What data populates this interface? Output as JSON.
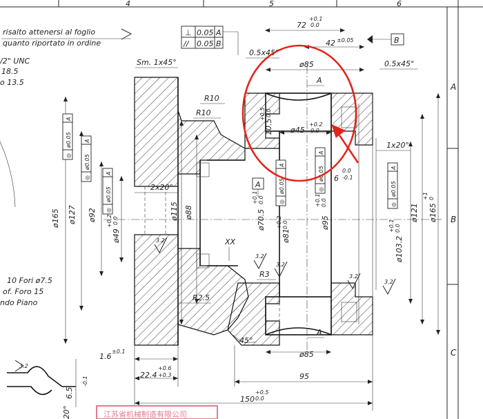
{
  "grid": {
    "columns": [
      "4",
      "5",
      "6"
    ],
    "rows": [
      "A",
      "B",
      "C"
    ]
  },
  "notes": {
    "line1": "risalto attenersi al foglio",
    "line2": "quanto riportato in ordine",
    "thread": "/2\" UNC",
    "val1": "18.5",
    "val2": "o 13.5",
    "holes1": "10 Fori ø7.5",
    "holes2": "of. Foro 15",
    "holes3": "ndo Piano"
  },
  "tolerance_frames": {
    "perp": {
      "symbol": "⊥",
      "value": "0.05",
      "datum": "A"
    },
    "parallel": {
      "symbol": "//",
      "value": "0.05",
      "datum": "B"
    },
    "conc": {
      "symbol": "◎",
      "value": "ø0.05",
      "datum": "A"
    }
  },
  "datums": {
    "a": "A",
    "b": "B"
  },
  "dimensions": {
    "d72": "72",
    "d72_tol_up": "+0.1",
    "d72_tol_lo": "0.0",
    "d42": "42",
    "d42_tol": "±0.05",
    "chamfer_left": "0.5x45°",
    "chamfer_right": "0.5x45°",
    "sm": "Sm. 1x45°",
    "d85_top": "ø85",
    "d85_bot": "ø85",
    "r10a": "R10",
    "r10b": "R10",
    "d10_5": "10.5",
    "d10_5_tol_up": "+0.5",
    "d10_5_tol_lo": "0.0",
    "d45": "ø45",
    "d45_tol_up": "+0.2",
    "d45_tol_lo": "0.0",
    "chamfer_1x20": "1x20°",
    "d6": "6",
    "d6_tol_up": "0.0",
    "d6_tol_lo": "-0.1",
    "x2x20": "2x20°",
    "d165": "ø165",
    "d127": "ø127",
    "d92": "ø92",
    "d49": "ø49",
    "d49_tol_up": "+0.2",
    "d49_tol_lo": "0.0",
    "d115": "ø115",
    "d88": "ø88",
    "d70_5": "ø70.5",
    "d70_5_tol_up": "+0.1",
    "d70_5_tol_lo": "0.0",
    "d81": "ø81",
    "d81_tol_up": "+0.2",
    "d81_tol_lo": "0.0",
    "d95": "ø95",
    "d95_tol_up": "+0.1",
    "d95_tol_lo": "0.0",
    "d103_2": "ø103.2",
    "d103_2_tol_up": "+0.1",
    "d103_2_tol_lo": "0.0",
    "d121": "ø121",
    "d165r": "ø165",
    "d165r_tol_up": "+1",
    "d165r_tol_lo": "0",
    "xx": "XX",
    "r3": "R3",
    "r2_5": "R2.5",
    "deg45": "45°",
    "d1_6": "1.6",
    "d1_6_tol": "±0.1",
    "d22_4": "22.4",
    "d22_4_tol_up": "+0.6",
    "d22_4_tol_lo": "+0.3",
    "d95_len": "95",
    "d150": "150",
    "d150_tol_up": "+0.5",
    "d150_tol_lo": "0.0",
    "d6_5": "6.5",
    "d6_5_tol": "-0.1",
    "deg20": "20°"
  },
  "surface_finish": [
    "3.2",
    "3.2",
    "3.2",
    "3.2",
    "3.2",
    "3.2"
  ],
  "section_labels": {
    "a_top": "A",
    "a_bot": "A"
  },
  "stamp": "江苏省机械制造有限公司",
  "annotation_color": "#e3241b"
}
